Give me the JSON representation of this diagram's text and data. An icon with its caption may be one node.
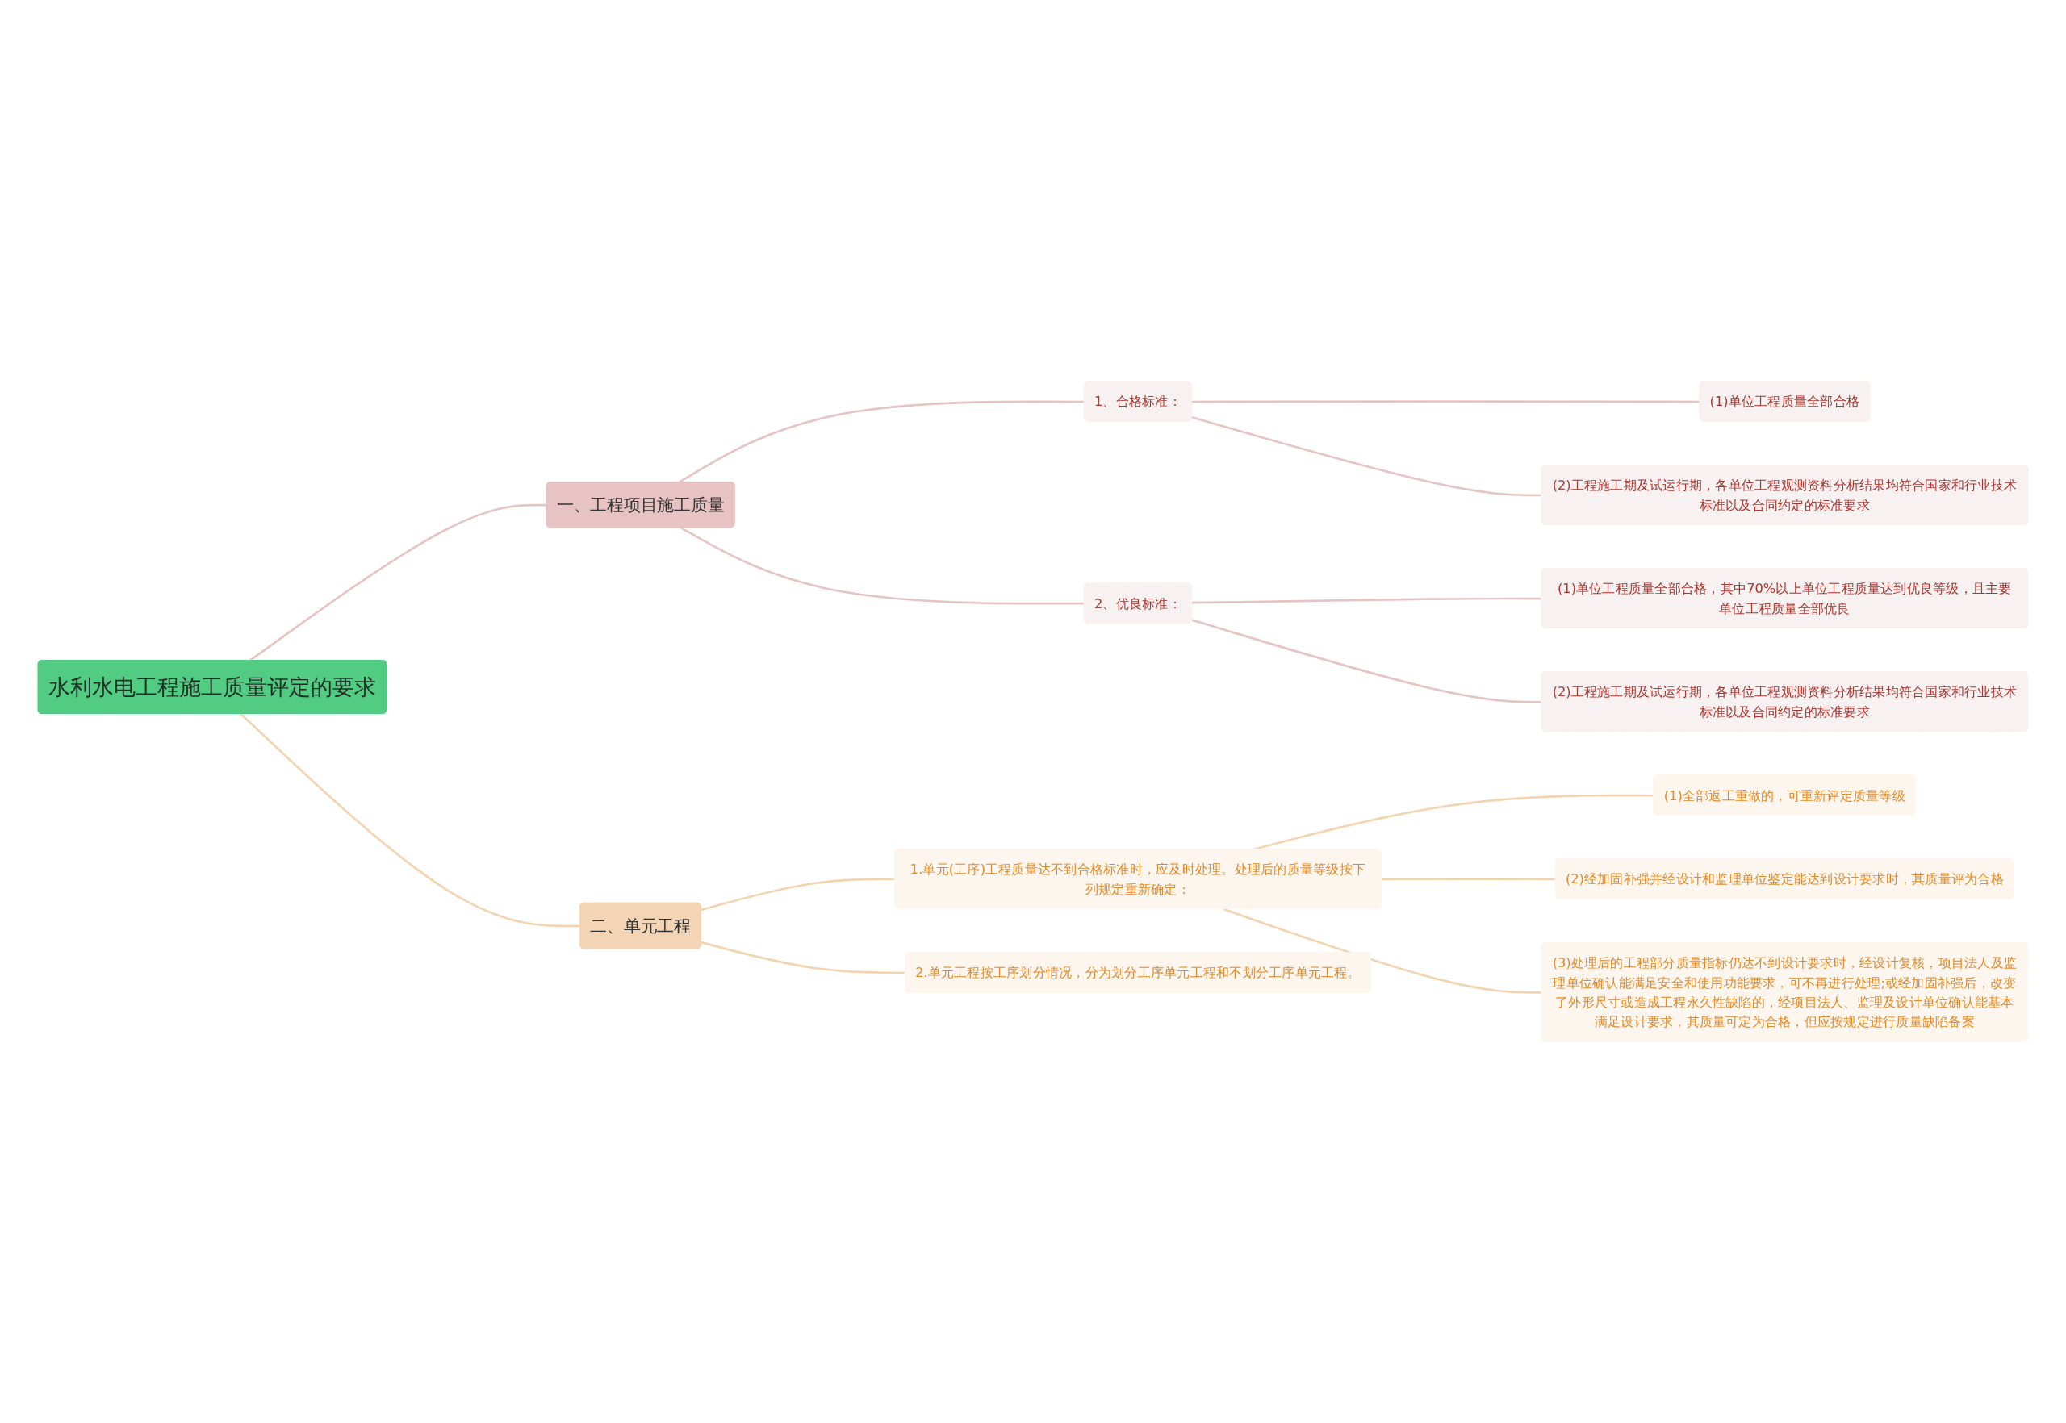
{
  "diagram": {
    "nodes": [
      {
        "text": [
          "水利水电工程施工质量评定的要求"
        ]
      },
      {
        "text": [
          "一、工程项目施工质量"
        ]
      },
      {
        "text": [
          "1、合格标准："
        ]
      },
      {
        "text": [
          "(1)单位工程质量全部合格"
        ]
      },
      {
        "text": [
          "(2)工程施工期及试运行期，各单位工程观测资料分析结果均符合国家和行业技术标准以及合同约定的标准要求"
        ]
      },
      {
        "text": [
          "2、优良标准："
        ]
      },
      {
        "text": [
          "(1)单位工程质量全部合格，其中70%以上单位工程质量达到优良等级，且主要单位工程质量全部优良"
        ]
      },
      {
        "text": [
          "(2)工程施工期及试运行期，各单位工程观测资料分析结果均符合国家和行业技术标准以及合同约定的标准要求"
        ]
      },
      {
        "text": [
          "二、单元工程"
        ]
      },
      {
        "text": [
          "1.单元(工序)工程质量达不到合格标准时，应及时处理。处理后的质量等级按下列规定重新确定："
        ]
      },
      {
        "text": [
          "(1)全部返工重做的，可重新评定质量等级"
        ]
      },
      {
        "text": [
          "(2)经加固补强并经设计和监理单位鉴定能达到设计要求时，其质量评为合格"
        ]
      },
      {
        "text": [
          "(3)处理后的工程部分质量指标仍达不到设计要求时，经设计复核，项目法人及监理单位确认能满足安全和使用功能要求，可不再进行处理;或经加固补强后，改变了外形尺寸或造成工程永久性缺陷的，经项目法人、监理及设计单位确认能基本满足设计要求，其质量可定为合格，但应按规定进行质量缺陷备案"
        ]
      },
      {
        "text": [
          "2.单元工程按工序划分情况，分为划分工序单元工程和不划分工序单元工程。"
        ]
      }
    ],
    "edges": [
      {
        "from": 0,
        "to": 1,
        "arrow": "none"
      },
      {
        "from": 1,
        "to": 2,
        "arrow": "none"
      },
      {
        "from": 2,
        "to": 3,
        "arrow": "none"
      },
      {
        "from": 2,
        "to": 4,
        "arrow": "none"
      },
      {
        "from": 1,
        "to": 5,
        "arrow": "none"
      },
      {
        "from": 5,
        "to": 6,
        "arrow": "none"
      },
      {
        "from": 5,
        "to": 7,
        "arrow": "none"
      },
      {
        "from": 0,
        "to": 8,
        "arrow": "none",
        "color": "#f2d5b0"
      },
      {
        "from": 8,
        "to": 9,
        "arrow": "none",
        "color": "#f2d5b0"
      },
      {
        "from": 9,
        "to": 10,
        "arrow": "none",
        "color": "#f2d5b0"
      },
      {
        "from": 9,
        "to": 11,
        "arrow": "none",
        "color": "#f2d5b0"
      },
      {
        "from": 9,
        "to": 12,
        "arrow": "none",
        "color": "#f2d5b0"
      },
      {
        "from": 8,
        "to": 13,
        "arrow": "none",
        "color": "#f2d5b0"
      }
    ]
  }
}
